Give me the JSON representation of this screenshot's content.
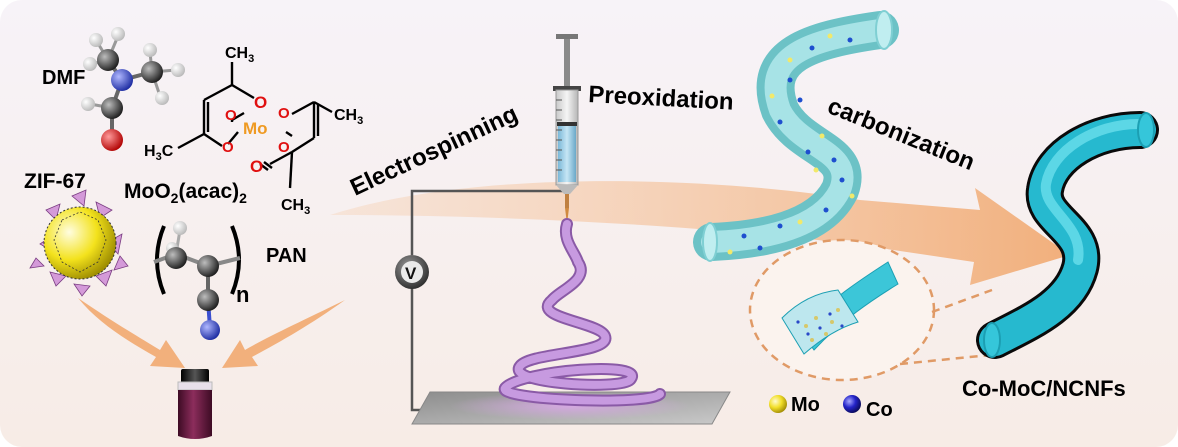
{
  "labels": {
    "dmf": "DMF",
    "zif": "ZIF-67",
    "moo2_prefix": "MoO",
    "moo2_sub1": "2",
    "moo2_mid": "(acac)",
    "moo2_sub2": "2",
    "pan": "PAN",
    "n_sub": "n",
    "ch3": "CH",
    "ch3_sub": "3",
    "h3c_prefix": "H",
    "h3c_sub": "3",
    "h3c_suffix": "C",
    "o": "O",
    "mo_center": "Mo",
    "voltmeter": "V",
    "step1": "Electrospinning",
    "step2": "Preoxidation",
    "step3": "carbonization",
    "product": "Co-MoC/NCNFs",
    "legend_mo": "Mo",
    "legend_co": "Co"
  },
  "colors": {
    "background": "#f6eff0",
    "arrow": "#f3b98a",
    "fiber_pre": "#7fd3d6",
    "fiber_final": "#2dc3d6",
    "fiber_dark": "#0a0a0a",
    "spiral": "#c28fd8",
    "solution": "#6b1f45",
    "mo_atom": "#f2df2a",
    "co_atom": "#2323c8",
    "oxygen": "#e11d1d",
    "nitrogen": "#2b3fd0",
    "carbon": "#3a3a3a",
    "mo_label": "#ef9a22"
  },
  "icons": [
    "dmf-molecule-icon",
    "moo2acac2-structure-icon",
    "zif67-crystal-icon",
    "pan-monomer-icon",
    "vial-icon",
    "syringe-icon",
    "voltmeter-icon",
    "collector-plate-icon",
    "fiber-spiral-icon",
    "fiber-pre-icon",
    "fiber-final-icon",
    "magnified-tube-icon",
    "mo-dot-icon",
    "co-dot-icon"
  ]
}
